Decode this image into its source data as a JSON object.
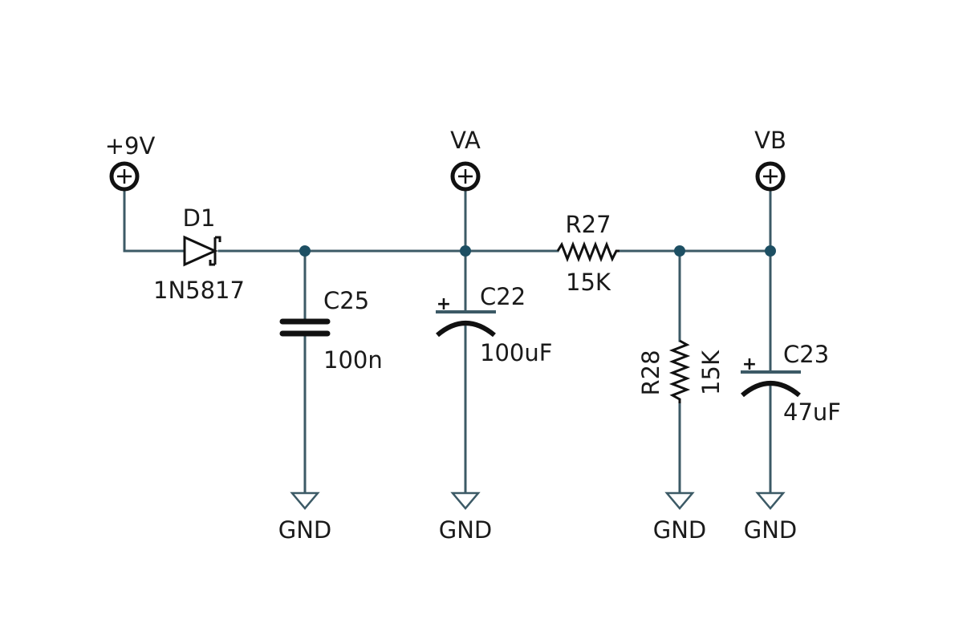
{
  "diagram": {
    "type": "schematic",
    "colors": {
      "wire": "#3c5a66",
      "junction": "#1d4f63",
      "symbol": "#111111",
      "text": "#1a1a1a",
      "background": "#ffffff"
    },
    "power_ports": [
      {
        "id": "p9v",
        "label": "+9V",
        "icon": "power-port-icon"
      },
      {
        "id": "pva",
        "label": "VA",
        "icon": "power-port-icon"
      },
      {
        "id": "pvb",
        "label": "VB",
        "icon": "power-port-icon"
      }
    ],
    "components": {
      "d1": {
        "ref": "D1",
        "value": "1N5817",
        "kind": "schottky-diode"
      },
      "c25": {
        "ref": "C25",
        "value": "100n",
        "kind": "capacitor"
      },
      "c22": {
        "ref": "C22",
        "value": "100uF",
        "kind": "polarized-capacitor",
        "polarity_mark": "+"
      },
      "r27": {
        "ref": "R27",
        "value": "15K",
        "kind": "resistor"
      },
      "r28": {
        "ref": "R28",
        "value": "15K",
        "kind": "resistor"
      },
      "c23": {
        "ref": "C23",
        "value": "47uF",
        "kind": "polarized-capacitor",
        "polarity_mark": "+"
      }
    },
    "grounds": [
      {
        "id": "g1",
        "label": "GND"
      },
      {
        "id": "g2",
        "label": "GND"
      },
      {
        "id": "g3",
        "label": "GND"
      },
      {
        "id": "g4",
        "label": "GND"
      }
    ]
  }
}
